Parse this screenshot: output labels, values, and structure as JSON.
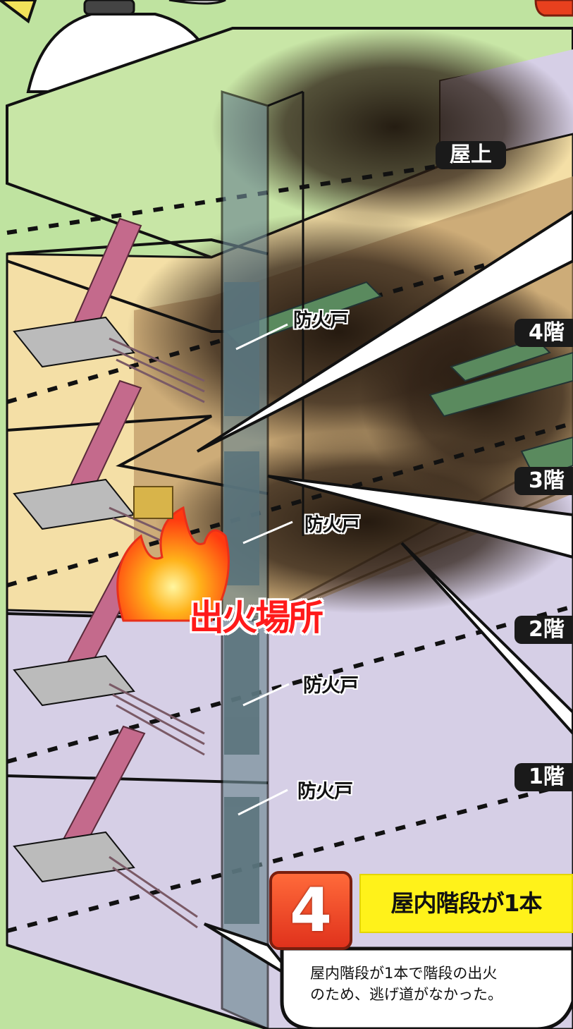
{
  "floors": {
    "rooftop": "屋上",
    "f4": "4階",
    "f3": "3階",
    "f2": "2階",
    "f1": "1階"
  },
  "fire_doors": [
    "防火戸",
    "防火戸",
    "防火戸",
    "防火戸"
  ],
  "fire_origin_label": "出火場所",
  "point": {
    "number": "4",
    "title": "屋内階段が1本"
  },
  "callout": {
    "line1": "屋内階段が1本で階段の出火",
    "line2": "のため、逃げ道がなかった。"
  },
  "colors": {
    "background": "#bfe3a0",
    "upper_floors": "#f4dfa6",
    "lower_floors": "#d6cfe6",
    "stairs": "#c46a8c",
    "door": "#6e8a92",
    "smoke": "#2c1e14",
    "fire": "#ff5a14",
    "badge": "#e8401e",
    "title_box": "#fff21a"
  }
}
